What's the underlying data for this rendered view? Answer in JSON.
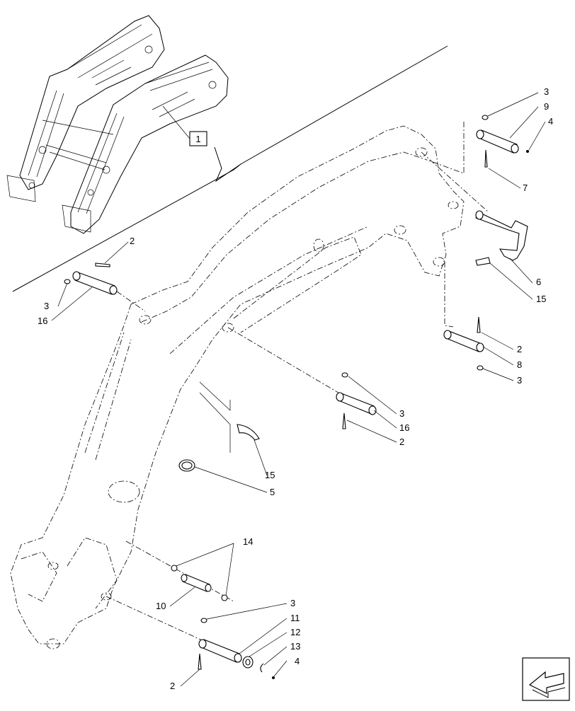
{
  "reference_box": "1",
  "callouts": {
    "c_3a": "3",
    "c_9": "9",
    "c_4a": "4",
    "c_7": "7",
    "c_6": "6",
    "c_15a": "15",
    "c_2a": "2",
    "c_8": "8",
    "c_3b": "3",
    "c_2b": "2",
    "c_3c": "3",
    "c_16a": "16",
    "c_3d": "3",
    "c_16b": "16",
    "c_2c": "2",
    "c_15b": "15",
    "c_5": "5",
    "c_14": "14",
    "c_10": "10",
    "c_3e": "3",
    "c_11": "11",
    "c_12": "12",
    "c_13": "13",
    "c_4b": "4",
    "c_2d": "2"
  },
  "nav_icon": "arrow-icon"
}
